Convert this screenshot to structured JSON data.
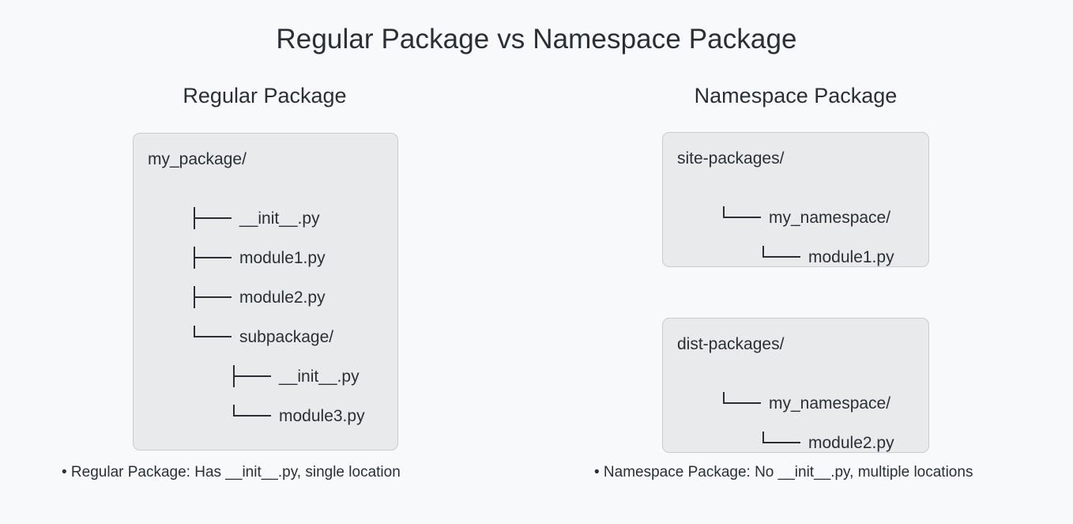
{
  "title": "Regular Package vs Namespace Package",
  "columns": {
    "left": {
      "heading": "Regular Package",
      "caption": "• Regular Package: Has __init__.py, single location"
    },
    "right": {
      "heading": "Namespace Package",
      "caption": "• Namespace Package: No __init__.py, multiple locations"
    }
  },
  "panels": [
    {
      "id": "regular",
      "root": "my_package/",
      "rows": [
        {
          "connector": "tee",
          "label": "__init__.py",
          "depth": 1
        },
        {
          "connector": "tee",
          "label": "module1.py",
          "depth": 1
        },
        {
          "connector": "tee",
          "label": "module2.py",
          "depth": 1
        },
        {
          "connector": "elbow",
          "label": "subpackage/",
          "depth": 1
        },
        {
          "connector": "tee",
          "label": "__init__.py",
          "depth": 2
        },
        {
          "connector": "elbow",
          "label": "module3.py",
          "depth": 2
        }
      ]
    },
    {
      "id": "site",
      "root": "site-packages/",
      "rows": [
        {
          "connector": "elbow",
          "label": "my_namespace/",
          "depth": 1
        },
        {
          "connector": "elbow",
          "label": "module1.py",
          "depth": 2
        }
      ]
    },
    {
      "id": "dist",
      "root": "dist-packages/",
      "rows": [
        {
          "connector": "elbow",
          "label": "my_namespace/",
          "depth": 1
        },
        {
          "connector": "elbow",
          "label": "module2.py",
          "depth": 2
        }
      ]
    }
  ],
  "colors": {
    "background": "#f7f9fb",
    "panel_fill": "#e8eaec",
    "panel_border": "#c9ccd1",
    "text": "#2b2f33"
  }
}
